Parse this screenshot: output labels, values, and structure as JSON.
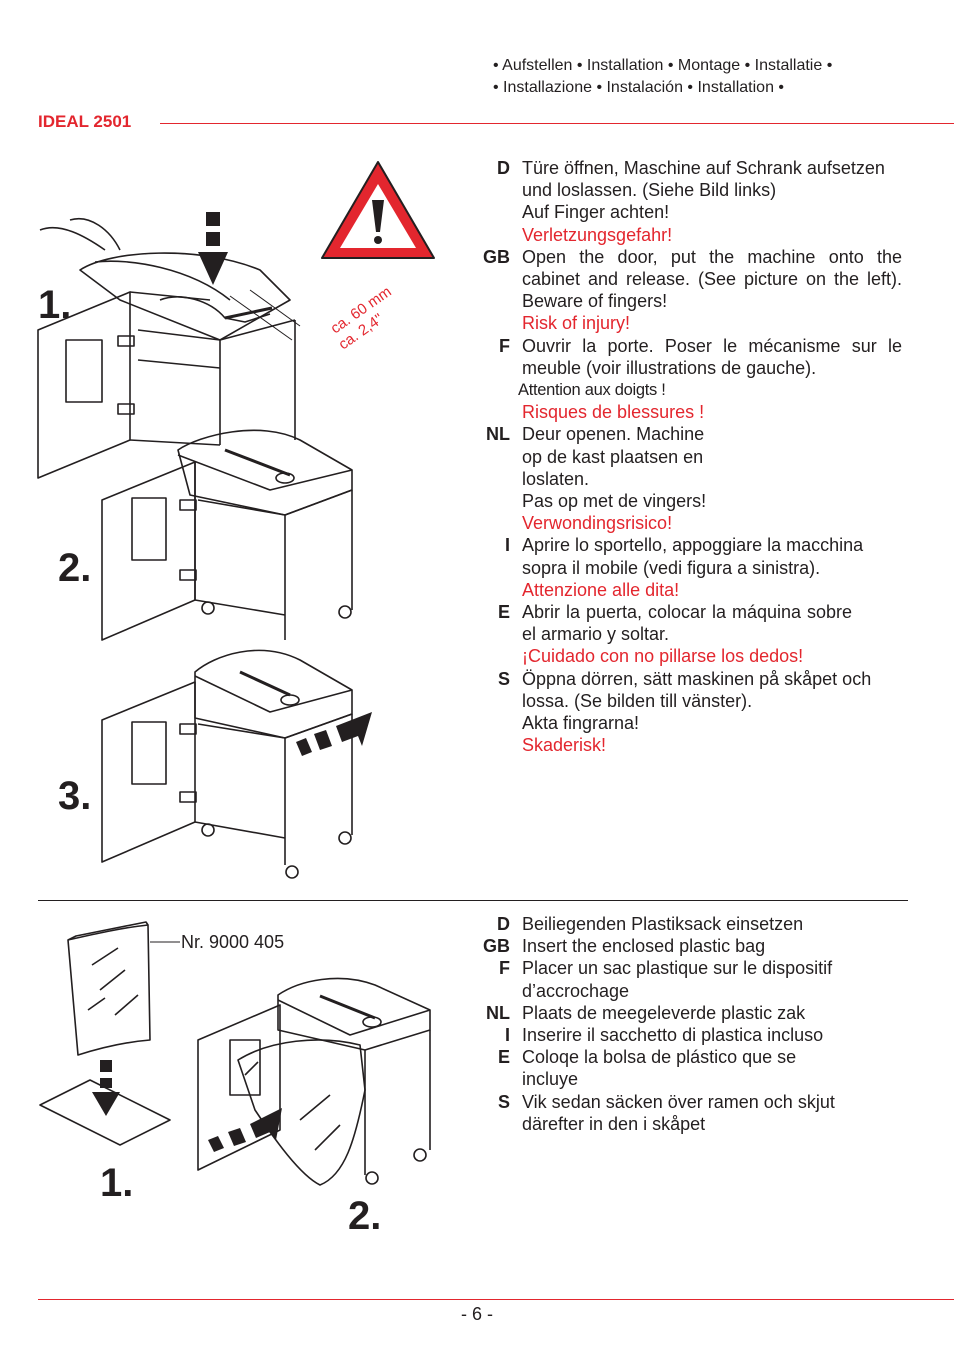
{
  "header": {
    "languages_line1": "• Aufstellen • Installation • Montage • Installatie •",
    "languages_line2": "• Installazione • Instalación • Installation •",
    "model": "IDEAL 2501"
  },
  "section1": {
    "dimension_mm": "ca. 60 mm",
    "dimension_in": "ca. 2,4\"",
    "step_labels": [
      "1.",
      "2.",
      "3."
    ],
    "instructions": [
      {
        "code": "D",
        "lines": [
          "Türe öffnen, Maschine auf Schrank aufsetzen und loslassen. (Siehe Bild links)",
          "Auf Finger achten!"
        ],
        "warning": "Verletzungsgefahr!"
      },
      {
        "code": "GB",
        "lines": [
          "Open the door, put the machine onto the cabinet and release. (See picture on the left). Beware of fingers!"
        ],
        "warning": "Risk of injury!"
      },
      {
        "code": "F",
        "lines": [
          "Ouvrir la porte. Poser le mécanisme sur le meuble (voir illustrations de gauche)."
        ],
        "extra": "Attention aux doigts !",
        "warning": "Risques de blessures !"
      },
      {
        "code": "NL",
        "lines": [
          "Deur openen. Machine op de kast plaatsen en loslaten.",
          "Pas op met de vingers!"
        ],
        "warning": "Verwondingsrisico!"
      },
      {
        "code": "I",
        "lines": [
          "Aprire lo sportello, appoggiare la macchina sopra il mobile (vedi figura a sinistra)."
        ],
        "warning": "Attenzione alle dita!"
      },
      {
        "code": "E",
        "lines": [
          "Abrir la puerta, colocar la máquina sobre el armario y soltar."
        ],
        "warning": "¡Cuidado con no pillarse los dedos!"
      },
      {
        "code": "S",
        "lines": [
          "Öppna dörren, sätt maskinen på skåpet och lossa. (Se bilden till vänster).",
          "Akta fingrarna!"
        ],
        "warning": "Skaderisk!"
      }
    ]
  },
  "section2": {
    "part_number": "Nr. 9000 405",
    "step_labels": [
      "1.",
      "2."
    ],
    "instructions": [
      {
        "code": "D",
        "text": "Beiliegenden Plastiksack einsetzen"
      },
      {
        "code": "GB",
        "text": "Insert the enclosed plastic bag"
      },
      {
        "code": "F",
        "text": "Placer un sac plastique sur le dispositif d’accrochage"
      },
      {
        "code": "NL",
        "text": "Plaats de meegeleverde plastic zak"
      },
      {
        "code": "I",
        "text": "Inserire il sacchetto di plastica incluso"
      },
      {
        "code": "E",
        "text": "Coloqe la bolsa de plástico que se incluye"
      },
      {
        "code": "S",
        "text": "Vik sedan säcken över ramen och skjut därefter in den i skåpet"
      }
    ]
  },
  "footer": {
    "page_number": "- 6 -"
  },
  "colors": {
    "accent": "#e3262e",
    "text": "#231f20"
  }
}
